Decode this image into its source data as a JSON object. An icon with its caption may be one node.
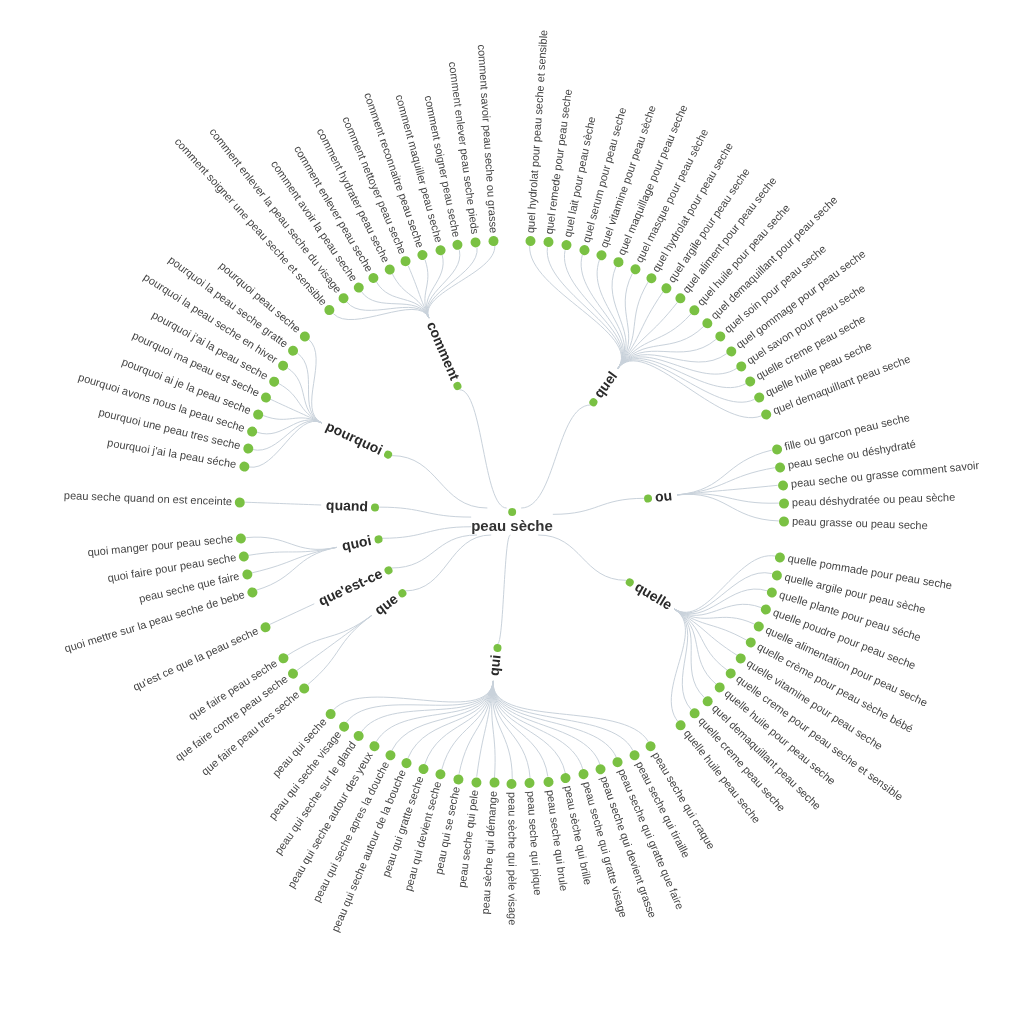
{
  "diagram": {
    "nodes": [
      {
        "text": [
          "peau sèche"
        ]
      },
      {
        "text": [
          "comment"
        ]
      },
      {
        "text": [
          "comment soigner une peau seche et sensible"
        ]
      },
      {
        "text": [
          "comment enlever la peau seche du visage"
        ]
      },
      {
        "text": [
          "comment avoir la peau seche"
        ]
      },
      {
        "text": [
          "comment enlever peau seche"
        ]
      },
      {
        "text": [
          "comment hydrater peau seche"
        ]
      },
      {
        "text": [
          "comment nettoyer peau seche"
        ]
      },
      {
        "text": [
          "comment reconnaitre peau seche"
        ]
      },
      {
        "text": [
          "comment maquiller peau seche"
        ]
      },
      {
        "text": [
          "comment soigner peau seche"
        ]
      },
      {
        "text": [
          "comment enlever peau seche pieds"
        ]
      },
      {
        "text": [
          "comment savoir peau seche ou grasse"
        ]
      },
      {
        "text": [
          "quel"
        ]
      },
      {
        "text": [
          "quel hydrolat pour peau seche et sensible"
        ]
      },
      {
        "text": [
          "quel remede pour peau seche"
        ]
      },
      {
        "text": [
          "quel lait pour peau sèche"
        ]
      },
      {
        "text": [
          "quel serum pour peau seche"
        ]
      },
      {
        "text": [
          "quel vitamine pour peau sèche"
        ]
      },
      {
        "text": [
          "quel maquillage pour peau seche"
        ]
      },
      {
        "text": [
          "quel masque pour peau sèche"
        ]
      },
      {
        "text": [
          "quel hydrolat pour peau seche"
        ]
      },
      {
        "text": [
          "quel argile pour peau seche"
        ]
      },
      {
        "text": [
          "quel aliment pour peau seche"
        ]
      },
      {
        "text": [
          "quel huile pour peau seche"
        ]
      },
      {
        "text": [
          "quel demaquillant pour peau seche"
        ]
      },
      {
        "text": [
          "quel soin pour peau seche"
        ]
      },
      {
        "text": [
          "quel gommage pour peau seche"
        ]
      },
      {
        "text": [
          "quel savon pour peau seche"
        ]
      },
      {
        "text": [
          "quelle creme peau seche"
        ]
      },
      {
        "text": [
          "quelle huile peau seche"
        ]
      },
      {
        "text": [
          "quel demaquillant peau seche"
        ]
      },
      {
        "text": [
          "ou"
        ]
      },
      {
        "text": [
          "fille ou garcon peau seche"
        ]
      },
      {
        "text": [
          "peau seche ou déshydraté"
        ]
      },
      {
        "text": [
          "peau seche ou grasse comment savoir"
        ]
      },
      {
        "text": [
          "peau déshydratée ou peau sèche"
        ]
      },
      {
        "text": [
          "peau grasse ou peau seche"
        ]
      },
      {
        "text": [
          "quelle"
        ]
      },
      {
        "text": [
          "quelle pommade pour peau seche"
        ]
      },
      {
        "text": [
          "quelle argile pour peau sèche"
        ]
      },
      {
        "text": [
          "quelle plante pour peau séche"
        ]
      },
      {
        "text": [
          "quelle poudre pour peau seche"
        ]
      },
      {
        "text": [
          "quelle alimentation pour peau seche"
        ]
      },
      {
        "text": [
          "quelle crème pour peau sèche bébé"
        ]
      },
      {
        "text": [
          "quelle vitamine pour peau seche"
        ]
      },
      {
        "text": [
          "quelle creme pour peau seche et sensible"
        ]
      },
      {
        "text": [
          "quelle huile pour peau seche"
        ]
      },
      {
        "text": [
          "quel demaquillant peau seche"
        ]
      },
      {
        "text": [
          "quelle creme peau seche"
        ]
      },
      {
        "text": [
          "quelle huile peau seche"
        ]
      },
      {
        "text": [
          "qui"
        ]
      },
      {
        "text": [
          "peau seche qui craque"
        ]
      },
      {
        "text": [
          "peau seche qui tiraille"
        ]
      },
      {
        "text": [
          "peau seche qui gratte que faire"
        ]
      },
      {
        "text": [
          "peau seche qui devient grasse"
        ]
      },
      {
        "text": [
          "peau seche qui gratte visage"
        ]
      },
      {
        "text": [
          "peau sèche qui brille"
        ]
      },
      {
        "text": [
          "peau seche qui brule"
        ]
      },
      {
        "text": [
          "peau seche qui pique"
        ]
      },
      {
        "text": [
          "peau sèche qui pèle visage"
        ]
      },
      {
        "text": [
          "peau sèche qui démange"
        ]
      },
      {
        "text": [
          "peau seche qui pele"
        ]
      },
      {
        "text": [
          "peau qui se seche"
        ]
      },
      {
        "text": [
          "peau qui devient seche"
        ]
      },
      {
        "text": [
          "peau qui gratte seche"
        ]
      },
      {
        "text": [
          "peau qui seche autour de la bouche"
        ]
      },
      {
        "text": [
          "peau qui seche apres la douche"
        ]
      },
      {
        "text": [
          "peau qui seche autour des yeux"
        ]
      },
      {
        "text": [
          "peau qui seche sur le gland"
        ]
      },
      {
        "text": [
          "peau qui seche visage"
        ]
      },
      {
        "text": [
          "peau qui seche"
        ]
      },
      {
        "text": [
          "que"
        ]
      },
      {
        "text": [
          "que faire peau tres seche"
        ]
      },
      {
        "text": [
          "que faire contre peau seche"
        ]
      },
      {
        "text": [
          "que faire peau seche"
        ]
      },
      {
        "text": [
          "que'est-ce"
        ]
      },
      {
        "text": [
          "qu'est ce que la peau seche"
        ]
      },
      {
        "text": [
          "quoi"
        ]
      },
      {
        "text": [
          "quoi mettre sur la peau seche de bebe"
        ]
      },
      {
        "text": [
          "peau seche que faire"
        ]
      },
      {
        "text": [
          "quoi faire pour peau seche"
        ]
      },
      {
        "text": [
          "quoi manger pour peau seche"
        ]
      },
      {
        "text": [
          "quand"
        ]
      },
      {
        "text": [
          "peau seche quand on est enceinte"
        ]
      },
      {
        "text": [
          "pourquoi"
        ]
      },
      {
        "text": [
          "pourquoi j'ai la peau séche"
        ]
      },
      {
        "text": [
          "pourquoi une peau tres seche"
        ]
      },
      {
        "text": [
          "pourquoi avons nous la peau seche"
        ]
      },
      {
        "text": [
          "pourquoi ai je la peau seche"
        ]
      },
      {
        "text": [
          "pourquoi ma peau est seche"
        ]
      },
      {
        "text": [
          "pourquoi j'ai la peau seche"
        ]
      },
      {
        "text": [
          "pourquoi la peau seche en hiver"
        ]
      },
      {
        "text": [
          "pourquoi la peau seche gratte"
        ]
      },
      {
        "text": [
          "pourquoi peau seche"
        ]
      }
    ],
    "edges": [
      {
        "from": 0,
        "to": 1,
        "arrow": "none"
      },
      {
        "from": 1,
        "to": 2,
        "arrow": "none"
      },
      {
        "from": 1,
        "to": 3,
        "arrow": "none"
      },
      {
        "from": 1,
        "to": 4,
        "arrow": "none"
      },
      {
        "from": 1,
        "to": 5,
        "arrow": "none"
      },
      {
        "from": 1,
        "to": 6,
        "arrow": "none"
      },
      {
        "from": 1,
        "to": 7,
        "arrow": "none"
      },
      {
        "from": 1,
        "to": 8,
        "arrow": "none"
      },
      {
        "from": 1,
        "to": 9,
        "arrow": "none"
      },
      {
        "from": 1,
        "to": 10,
        "arrow": "none"
      },
      {
        "from": 1,
        "to": 11,
        "arrow": "none"
      },
      {
        "from": 1,
        "to": 12,
        "arrow": "none"
      },
      {
        "from": 0,
        "to": 13,
        "arrow": "none"
      },
      {
        "from": 13,
        "to": 14,
        "arrow": "none"
      },
      {
        "from": 13,
        "to": 15,
        "arrow": "none"
      },
      {
        "from": 13,
        "to": 16,
        "arrow": "none"
      },
      {
        "from": 13,
        "to": 17,
        "arrow": "none"
      },
      {
        "from": 13,
        "to": 18,
        "arrow": "none"
      },
      {
        "from": 13,
        "to": 19,
        "arrow": "none"
      },
      {
        "from": 13,
        "to": 20,
        "arrow": "none"
      },
      {
        "from": 13,
        "to": 21,
        "arrow": "none"
      },
      {
        "from": 13,
        "to": 22,
        "arrow": "none"
      },
      {
        "from": 13,
        "to": 23,
        "arrow": "none"
      },
      {
        "from": 13,
        "to": 24,
        "arrow": "none"
      },
      {
        "from": 13,
        "to": 25,
        "arrow": "none"
      },
      {
        "from": 13,
        "to": 26,
        "arrow": "none"
      },
      {
        "from": 13,
        "to": 27,
        "arrow": "none"
      },
      {
        "from": 13,
        "to": 28,
        "arrow": "none"
      },
      {
        "from": 13,
        "to": 29,
        "arrow": "none"
      },
      {
        "from": 13,
        "to": 30,
        "arrow": "none"
      },
      {
        "from": 13,
        "to": 31,
        "arrow": "none"
      },
      {
        "from": 0,
        "to": 32,
        "arrow": "none"
      },
      {
        "from": 32,
        "to": 33,
        "arrow": "none"
      },
      {
        "from": 32,
        "to": 34,
        "arrow": "none"
      },
      {
        "from": 32,
        "to": 35,
        "arrow": "none"
      },
      {
        "from": 32,
        "to": 36,
        "arrow": "none"
      },
      {
        "from": 32,
        "to": 37,
        "arrow": "none"
      },
      {
        "from": 0,
        "to": 38,
        "arrow": "none"
      },
      {
        "from": 38,
        "to": 39,
        "arrow": "none"
      },
      {
        "from": 38,
        "to": 40,
        "arrow": "none"
      },
      {
        "from": 38,
        "to": 41,
        "arrow": "none"
      },
      {
        "from": 38,
        "to": 42,
        "arrow": "none"
      },
      {
        "from": 38,
        "to": 43,
        "arrow": "none"
      },
      {
        "from": 38,
        "to": 44,
        "arrow": "none"
      },
      {
        "from": 38,
        "to": 45,
        "arrow": "none"
      },
      {
        "from": 38,
        "to": 46,
        "arrow": "none"
      },
      {
        "from": 38,
        "to": 47,
        "arrow": "none"
      },
      {
        "from": 38,
        "to": 48,
        "arrow": "none"
      },
      {
        "from": 38,
        "to": 49,
        "arrow": "none"
      },
      {
        "from": 38,
        "to": 50,
        "arrow": "none"
      },
      {
        "from": 0,
        "to": 51,
        "arrow": "none"
      },
      {
        "from": 51,
        "to": 52,
        "arrow": "none"
      },
      {
        "from": 51,
        "to": 53,
        "arrow": "none"
      },
      {
        "from": 51,
        "to": 54,
        "arrow": "none"
      },
      {
        "from": 51,
        "to": 55,
        "arrow": "none"
      },
      {
        "from": 51,
        "to": 56,
        "arrow": "none"
      },
      {
        "from": 51,
        "to": 57,
        "arrow": "none"
      },
      {
        "from": 51,
        "to": 58,
        "arrow": "none"
      },
      {
        "from": 51,
        "to": 59,
        "arrow": "none"
      },
      {
        "from": 51,
        "to": 60,
        "arrow": "none"
      },
      {
        "from": 51,
        "to": 61,
        "arrow": "none"
      },
      {
        "from": 51,
        "to": 62,
        "arrow": "none"
      },
      {
        "from": 51,
        "to": 63,
        "arrow": "none"
      },
      {
        "from": 51,
        "to": 64,
        "arrow": "none"
      },
      {
        "from": 51,
        "to": 65,
        "arrow": "none"
      },
      {
        "from": 51,
        "to": 66,
        "arrow": "none"
      },
      {
        "from": 51,
        "to": 67,
        "arrow": "none"
      },
      {
        "from": 51,
        "to": 68,
        "arrow": "none"
      },
      {
        "from": 51,
        "to": 69,
        "arrow": "none"
      },
      {
        "from": 51,
        "to": 70,
        "arrow": "none"
      },
      {
        "from": 51,
        "to": 71,
        "arrow": "none"
      },
      {
        "from": 0,
        "to": 72,
        "arrow": "none"
      },
      {
        "from": 72,
        "to": 73,
        "arrow": "none"
      },
      {
        "from": 72,
        "to": 74,
        "arrow": "none"
      },
      {
        "from": 72,
        "to": 75,
        "arrow": "none"
      },
      {
        "from": 0,
        "to": 76,
        "arrow": "none"
      },
      {
        "from": 76,
        "to": 77,
        "arrow": "none"
      },
      {
        "from": 0,
        "to": 78,
        "arrow": "none"
      },
      {
        "from": 78,
        "to": 79,
        "arrow": "none"
      },
      {
        "from": 78,
        "to": 80,
        "arrow": "none"
      },
      {
        "from": 78,
        "to": 81,
        "arrow": "none"
      },
      {
        "from": 78,
        "to": 82,
        "arrow": "none"
      },
      {
        "from": 0,
        "to": 83,
        "arrow": "none"
      },
      {
        "from": 83,
        "to": 84,
        "arrow": "none"
      },
      {
        "from": 0,
        "to": 85,
        "arrow": "none"
      },
      {
        "from": 85,
        "to": 86,
        "arrow": "none"
      },
      {
        "from": 85,
        "to": 87,
        "arrow": "none"
      },
      {
        "from": 85,
        "to": 88,
        "arrow": "none"
      },
      {
        "from": 85,
        "to": 89,
        "arrow": "none"
      },
      {
        "from": 85,
        "to": 90,
        "arrow": "none"
      },
      {
        "from": 85,
        "to": 91,
        "arrow": "none"
      },
      {
        "from": 85,
        "to": 92,
        "arrow": "none"
      },
      {
        "from": 85,
        "to": 93,
        "arrow": "none"
      },
      {
        "from": 85,
        "to": 94,
        "arrow": "none"
      }
    ]
  }
}
